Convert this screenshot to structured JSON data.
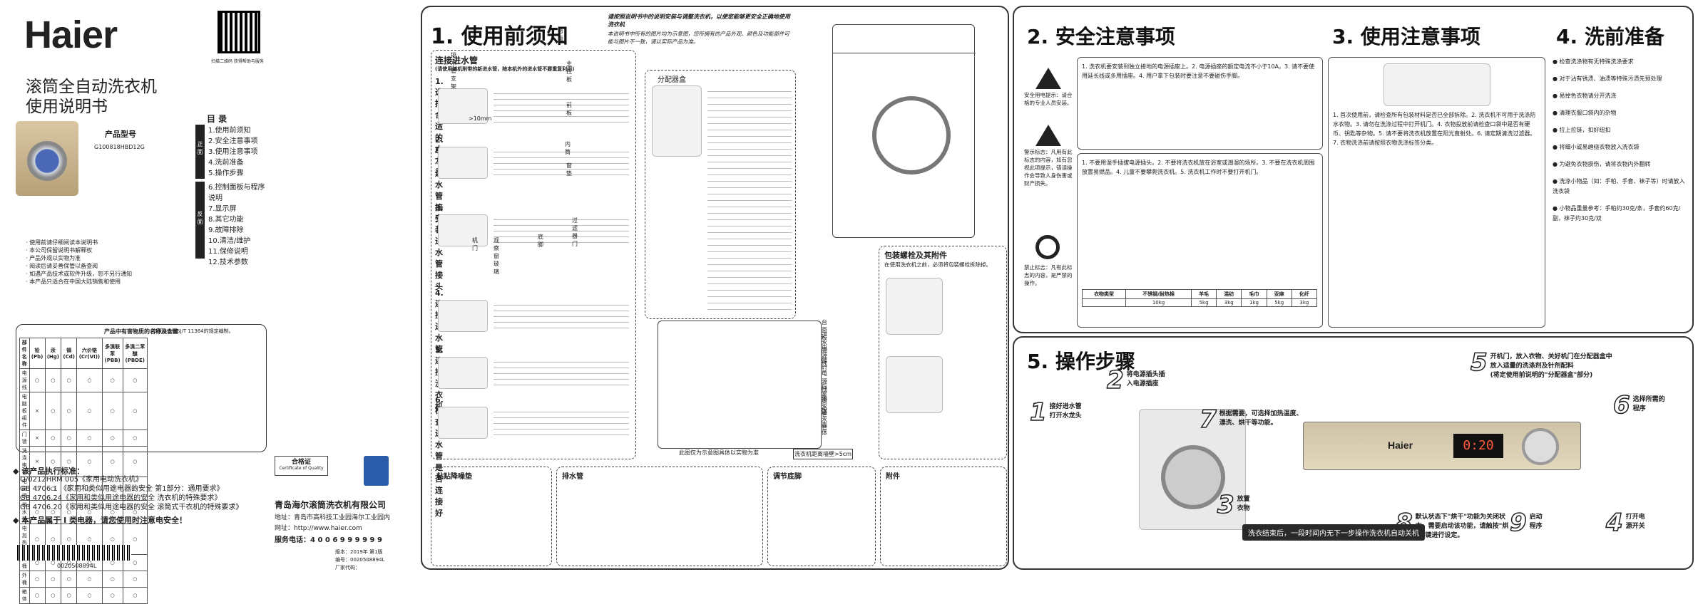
{
  "cover": {
    "brand": "Haier",
    "product": "滚筒全自动洗衣机",
    "manual": "使用说明书",
    "model_label": "产品型号",
    "model": "G100818HBD12G",
    "qr_caption": "扫描二维码 获得帮助与服务",
    "toc_title": "目 录",
    "toc_front_tag": "正面",
    "toc_back_tag": "反面",
    "toc_front": [
      "1.使用前须知",
      "2.安全注意事项",
      "3.使用注意事项",
      "4.洗前准备",
      "5.操作步骤"
    ],
    "toc_back": [
      "6.控制面板与程序说明",
      "7.显示屏",
      "8.其它功能",
      "9.故障排除",
      "10.清洁/维护",
      "11.保修说明",
      "12.技术参数"
    ],
    "notes": [
      "· 使用前请仔细阅读本说明书",
      "· 本公司保留说明书解释权",
      "· 产品外观以实物为准",
      "· 阅读后请妥善保管以备查阅",
      "· 如遇产品技术或软件升级，恕不另行通知",
      "· 本产品只适合在中国大陆销售和使用"
    ],
    "table_title": "产品中有害物质的名称及含量",
    "table_headers": [
      "部件名称",
      "铅(Pb)",
      "汞(Hg)",
      "镉(Cd)",
      "六价铬(Cr(VI))",
      "多溴联苯(PBB)",
      "多溴二苯醚(PBDE)"
    ],
    "table_rows": [
      [
        "电源线",
        "○",
        "○",
        "○",
        "○",
        "○",
        "○"
      ],
      [
        "电脑板组件",
        "×",
        "○",
        "○",
        "○",
        "○",
        "○"
      ],
      [
        "门锁",
        "×",
        "○",
        "○",
        "○",
        "○",
        "○"
      ],
      [
        "洗涤电机",
        "×",
        "○",
        "○",
        "○",
        "○",
        "○"
      ],
      [
        "电磁阀",
        "○",
        "○",
        "○",
        "○",
        "○",
        "○"
      ],
      [
        "排水泵",
        "○",
        "○",
        "○",
        "○",
        "○",
        "○"
      ],
      [
        "电加热管",
        "○",
        "○",
        "○",
        "○",
        "○",
        "○"
      ],
      [
        "内桶",
        "○",
        "○",
        "○",
        "○",
        "○",
        "○"
      ],
      [
        "外桶",
        "○",
        "○",
        "○",
        "○",
        "○",
        "○"
      ],
      [
        "箱体",
        "○",
        "○",
        "○",
        "○",
        "○",
        "○"
      ]
    ],
    "table_note": "本表格依据SJ/T 11364的规定编制。",
    "standards_title": "◆ 该产品执行标准：",
    "standards": [
      "Q/0212HRM 005《家用电动洗衣机》",
      "GB 4706.1 《家用和类似用途电器的安全 第1部分：通用要求》",
      "GB 4706.24《家用和类似用途电器的安全 洗衣机的特殊要求》",
      "GB 4706.20《家用和类似用途电器的安全 滚筒式干衣机的特殊要求》"
    ],
    "warning": "◆ 本产品属于 I 类电器，请您使用时注意电安全！",
    "cert_title": "合格证",
    "cert_sub": "Certificate of Quality",
    "company": "青岛海尔滚筒洗衣机有限公司",
    "address": "地址：青岛市高科技工业园海尔工业园内",
    "website": "网址：http://www.haier.com",
    "hotline": "服务电话：4 0 0 6 9 9 9 9 9 9",
    "version": "版本：2019年 第1版",
    "code": "编号：0020508894L",
    "factory": "厂家代码：",
    "barcode_num": "0020508894L"
  },
  "s1": {
    "title": "1. 使用前须知",
    "intro": "请按照说明书中的说明安装与调整洗衣机，以便您能够更安全正确地使用洗衣机",
    "intro2": "本说明书中所有的图片均为示意图，您所拥有的产品外观、颜色及功能部件可能与图片不一致，请以实际产品为准。",
    "inlet_title": "连接进水管",
    "inlet_sub": "(请使用随机附带的新进水管，除本机外的进水管不要重复利用)",
    "steps": [
      "1. 选择合适的水龙头",
      "2. 取下进水管接头",
      "3. 安装进水管接头",
      "4. 连接进水管",
      "5. 连接洗衣机",
      "6. 检查进水管是否连接好"
    ],
    "dim": ">10mm",
    "dispenser_title": "分配器盒",
    "parts": [
      "台面",
      "主控板",
      "前板",
      "内筒",
      "窗垫",
      "过滤器门",
      "底脚",
      "观察窗玻璃",
      "机门",
      "排水管支架"
    ],
    "rear_parts": [
      "台面板",
      "进水阀",
      "电源线",
      "螺钉",
      "电源插头",
      "后背面板",
      "排水管",
      "进水管",
      "壳体"
    ],
    "rear_caption": "此图仅为示意图具体以实物为准",
    "rear_dim": "洗衣机距离墙壁>5cm",
    "bolt_title": "包装螺栓及其附件",
    "bolt_text": "在使用洗衣机之前，必须将包装螺栓拆除掉。",
    "drain_title": "排水管",
    "foot_title": "调节底脚",
    "access_title": "附件",
    "plug_title": "粘贴降噪垫"
  },
  "s2": {
    "title": "2. 安全注意事项",
    "icon1": "安全用电提示：请合格的专业人员安装。",
    "icon2": "警示标志：凡用有此标志的内容，如有忽视此项提示，错误操作会导致人身伤害或财产损失。",
    "icon3": "禁止标志：凡有此标志的内容，是严禁的操作。",
    "block1": "1. 洗衣机要安装到独立接地的电源插座上。2. 电源插座的额定电流不小于10A。3. 请不要使用延长线或多用插座。4. 用户拿下包装时要注意不要碰伤手脚。",
    "block2": "1. 不要用湿手插拔电源插头。2. 不要将洗衣机放在浴室或潮湿的场所。3. 不要在洗衣机周围放置易燃品。4. 儿童不要攀爬洗衣机。5. 洗衣机工作时不要打开机门。",
    "table_headers": [
      "衣物类型",
      "不锈钢/耐热棉",
      "羊毛",
      "混纺",
      "毛巾",
      "亚麻",
      "化纤"
    ],
    "table_vals": [
      "10kg",
      "5kg",
      "3kg",
      "1kg",
      "5kg",
      "3kg"
    ]
  },
  "s3": {
    "title": "3. 使用注意事项",
    "text": "1. 首次使用前，请检查所有包装材料是否已全部拆除。2. 洗衣机不可用于洗涤防水衣物。3. 请勿在洗涤过程中打开机门。4. 衣物投放前请检查口袋中是否有硬币、钥匙等杂物。5. 请不要将洗衣机放置在阳光直射处。6. 请定期清洗过滤器。7. 衣物洗涤前请按照衣物洗涤标签分类。"
  },
  "s4": {
    "title": "4. 洗前准备",
    "items": [
      "● 检查洗涤物有无特殊洗涤要求",
      "● 对于沾有锈渍、油渍等特殊污渍先预处理",
      "● 易掉色衣物请分开洗涤",
      "● 清理衣服口袋内的杂物",
      "● 拉上拉链，扣好纽扣",
      "● 将细小或易缠绕衣物放入洗衣袋",
      "● 为避免衣物损伤，请将衣物内外翻转",
      "● 洗涤小物品（如：手帕、手套、袜子等）时请放入洗衣袋",
      "● 小物品重量参考：手帕约30克/条，手套约60克/副，袜子约30克/双"
    ]
  },
  "s5": {
    "title": "5. 操作步骤",
    "steps": [
      {
        "n": "1",
        "t": "接好进水管\n打开水龙头"
      },
      {
        "n": "2",
        "t": "将电源插头插\n入电源插座"
      },
      {
        "n": "3",
        "t": "放置\n衣物"
      },
      {
        "n": "4",
        "t": "打开电\n源开关"
      },
      {
        "n": "5",
        "t": "开机门，放入衣物、关好机门在分配器盒中\n放入适量的洗涤剂及针剂配料\n(将定使用前说明的\"分配器盒\"部分)"
      },
      {
        "n": "6",
        "t": "选择所需的\n程序"
      },
      {
        "n": "7",
        "t": "根据需要，可选择加热温度、\n漂洗、烘干等功能。"
      },
      {
        "n": "8",
        "t": "默认状态下\"烘干\"功能为关闭状态，需要启动该功能，请触按\"烘干\"键进行设定。"
      },
      {
        "n": "9",
        "t": "启动\n程序"
      }
    ],
    "footer": "洗衣结束后，一段时间内无下一步操作洗衣机自动关机",
    "display": "0:20",
    "brand": "Haier"
  }
}
